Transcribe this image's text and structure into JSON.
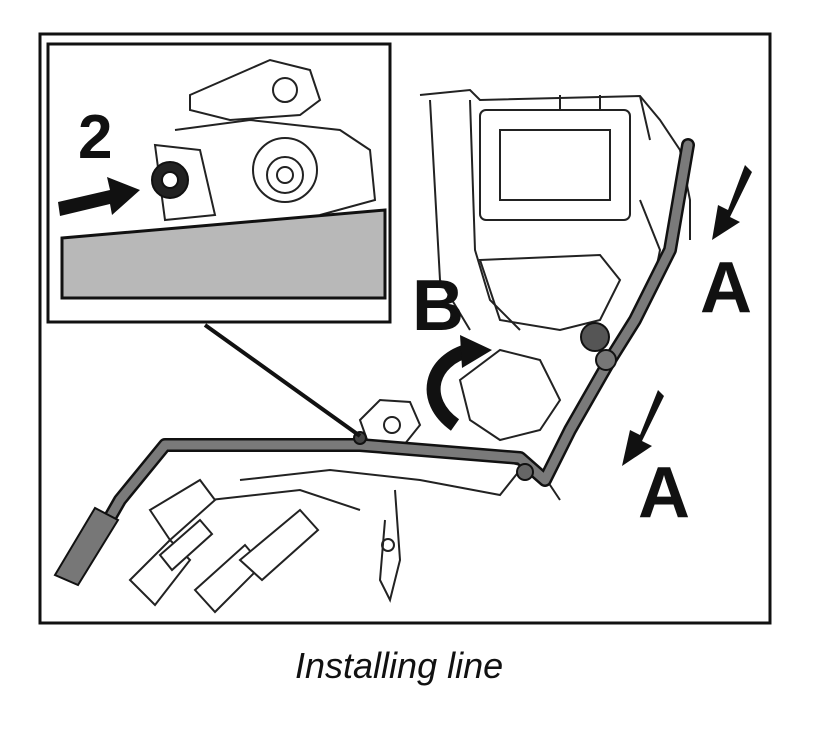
{
  "labels": {
    "callout_2": "2",
    "callout_b": "B",
    "callout_a_upper": "A",
    "callout_a_lower": "A"
  },
  "caption": "Installing line",
  "icons": [
    "arrow-right-icon",
    "arrow-down-icon",
    "curved-arrow-icon"
  ],
  "colors": {
    "line": "#111111",
    "pipe_fill": "#7a7a7a",
    "panel_fill": "#b8b8b8",
    "background": "#ffffff"
  }
}
